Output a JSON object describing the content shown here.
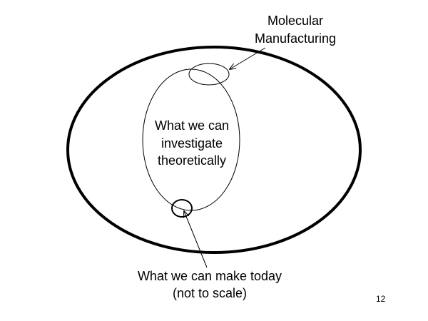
{
  "diagram": {
    "label_molecular_line1": "Molecular",
    "label_molecular_line2": "Manufacturing",
    "label_theory_line1": "What we can",
    "label_theory_line2": "investigate",
    "label_theory_line3": "theoretically",
    "label_today_line1": "What we can make today",
    "label_today_line2": "(not to scale)"
  },
  "page_number": "12",
  "colors": {
    "stroke": "#000000",
    "background": "#ffffff"
  }
}
